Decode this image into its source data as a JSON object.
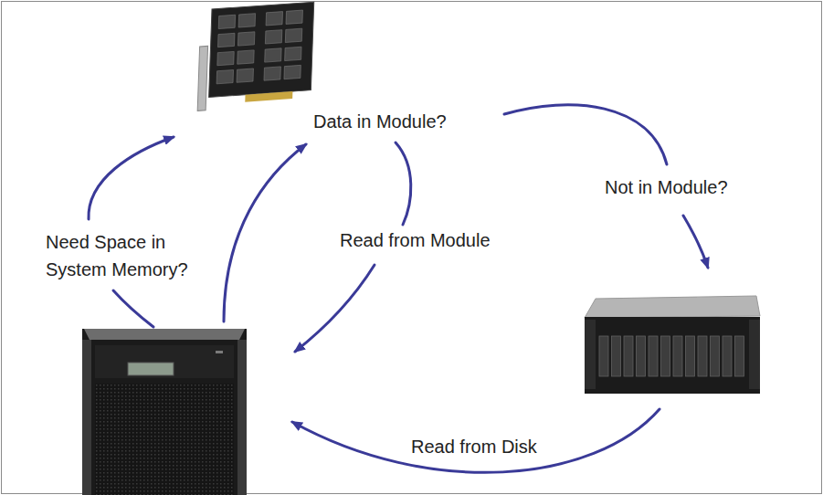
{
  "diagram": {
    "labels": [
      "Data in Module?",
      "Not in Module?",
      "Need Space in System Memory?",
      "Read from Module",
      "Read from Disk"
    ]
  }
}
